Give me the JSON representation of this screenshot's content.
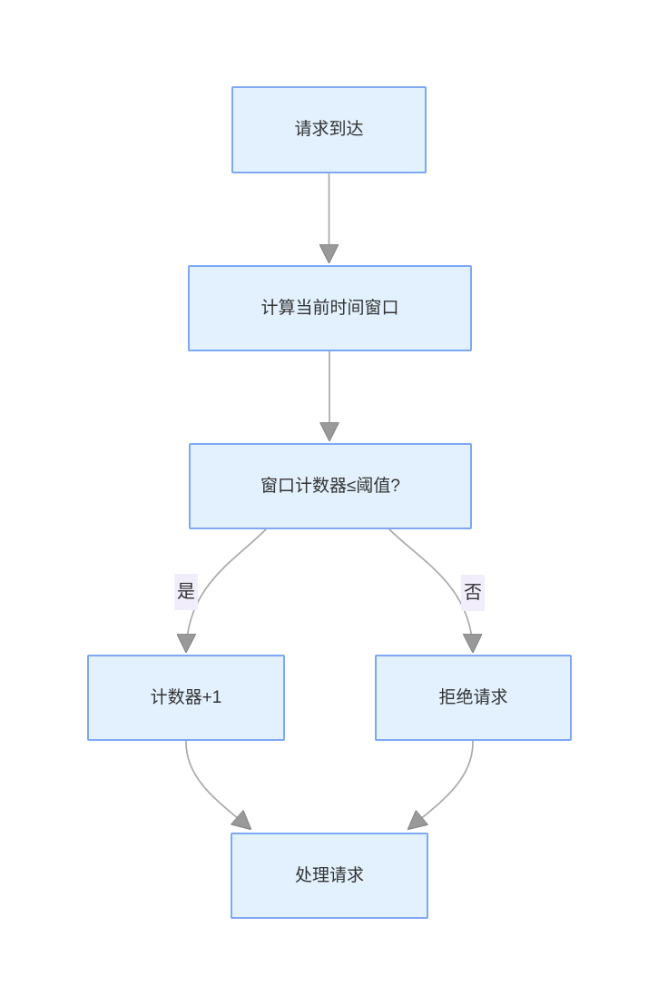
{
  "diagram": {
    "type": "flowchart",
    "direction": "top-down",
    "nodes": [
      {
        "id": "request-arrives",
        "label": "请求到达"
      },
      {
        "id": "calc-time-window",
        "label": "计算当前时间窗口"
      },
      {
        "id": "counter-check",
        "label": "窗口计数器≤阈值?"
      },
      {
        "id": "counter-increment",
        "label": "计数器+1"
      },
      {
        "id": "reject-request",
        "label": "拒绝请求"
      },
      {
        "id": "process-request",
        "label": "处理请求"
      }
    ],
    "edges": [
      {
        "from": "request-arrives",
        "to": "calc-time-window",
        "label": ""
      },
      {
        "from": "calc-time-window",
        "to": "counter-check",
        "label": ""
      },
      {
        "from": "counter-check",
        "to": "counter-increment",
        "label": "是"
      },
      {
        "from": "counter-check",
        "to": "reject-request",
        "label": "否"
      },
      {
        "from": "counter-increment",
        "to": "process-request",
        "label": ""
      },
      {
        "from": "reject-request",
        "to": "process-request",
        "label": ""
      }
    ],
    "colors": {
      "node_fill": "#E2F1FD",
      "node_border": "#7EA8F3",
      "node_text": "#333333",
      "edge_line": "#A9A9A9",
      "arrowhead_fill": "#999999",
      "edge_label_bg": "#F2EDFA",
      "edge_label_text": "#333333",
      "canvas_bg": "#FFFFFF"
    }
  }
}
